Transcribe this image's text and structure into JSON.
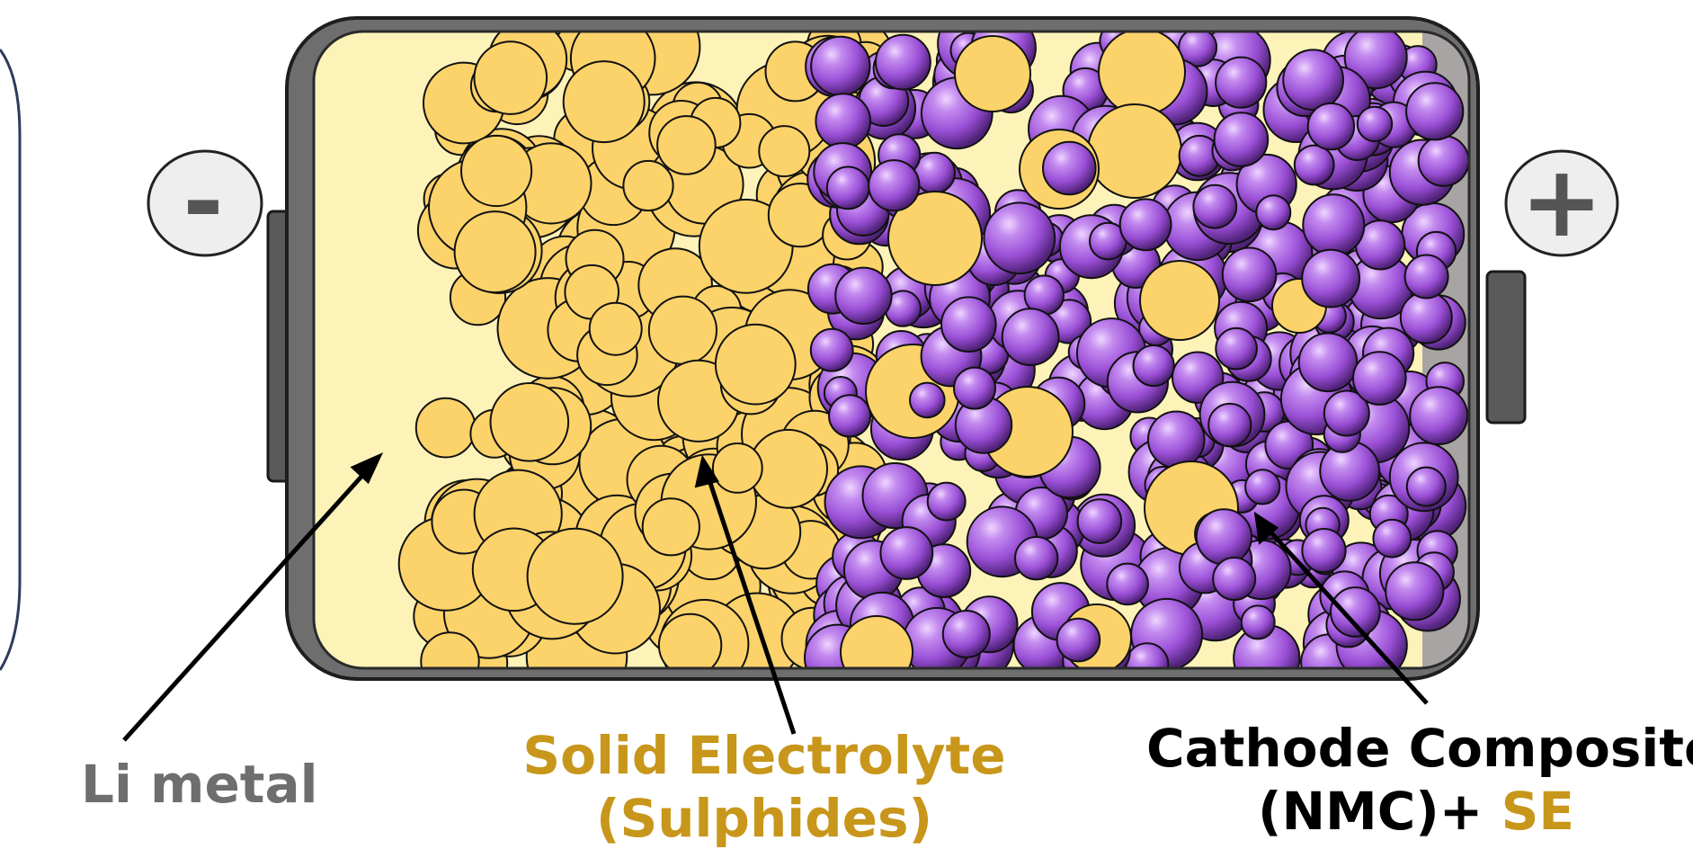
{
  "terminals": {
    "negative": "-",
    "positive": "+"
  },
  "labels": {
    "li_metal": "Li metal",
    "solid_electrolyte_line1": "Solid Electrolyte",
    "solid_electrolyte_line2": "(Sulphides)",
    "cathode_line1": "Cathode Composite",
    "cathode_line2_part1": "(NMC)+ ",
    "cathode_line2_part2": "SE"
  },
  "colors": {
    "casing": "#6e6e6e",
    "casing_outline": "#2a2a2a",
    "li_metal_fill": "#fdf3b8",
    "collector_fill": "#a8a4a4",
    "electrolyte_particle": "#fcd36a",
    "nmc_particle": "#a45bd8",
    "nmc_particle_light": "#dcb0f5",
    "nmc_particle_dark": "#5e2a8c",
    "li_metal_text": "#6e6e6e",
    "solid_electrolyte_text": "#c8961a",
    "cathode_text": "#000000",
    "terminal_frame": "#2f3a5c"
  }
}
